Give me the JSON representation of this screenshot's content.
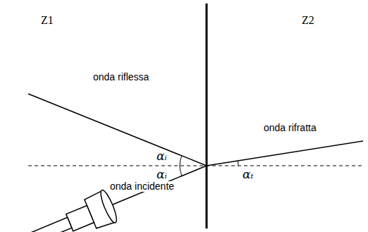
{
  "diagram": {
    "labels": [
      "Z1",
      "Z2",
      "onda riflessa",
      "αi",
      "αi",
      "onda rifratta",
      "αt",
      "onda incidente"
    ]
  }
}
